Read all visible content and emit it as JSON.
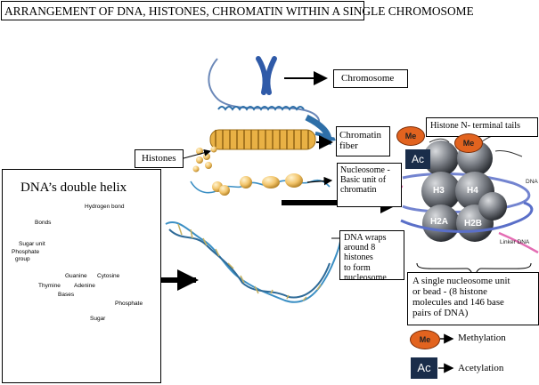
{
  "title": "ARRANGEMENT OF DNA, HISTONES, CHROMATIN WITHIN A SINGLE CHROMOSOME",
  "labels": {
    "chromosome": "Chromosome",
    "chromatin_line1": "Chromatin",
    "chromatin_line2": "fiber",
    "histones": "Histones",
    "histone_tails": "Histone N- terminal tails",
    "nucleosome_line1": "Nucleosome -",
    "nucleosome_line2": "Basic unit of",
    "nucleosome_line3": "chromatin",
    "wraps_line1": "DNA  wraps",
    "wraps_line2": "around 8 histones",
    "wraps_line3": "to form",
    "wraps_line4": "nucleosome",
    "unit_line1": "A  single nucleosome  unit",
    "unit_line2": "or bead - (8 histone",
    "unit_line3": "molecules and 146 base",
    "unit_line4": "pairs of DNA)"
  },
  "double_helix": {
    "title": "DNA’s double helix",
    "hydrogen_bond": "Hydrogen bond",
    "bonds": "Bonds",
    "sugar_unit": "Sugar unit",
    "phosphate_group_1": "Phosphate",
    "phosphate_group_2": "group",
    "guanine": "Guanine",
    "cytosine": "Cytosine",
    "thymine": "Thymine",
    "adenine": "Adenine",
    "bases": "Bases",
    "phosphate": "Phosphate",
    "sugar": "Sugar"
  },
  "nucleosome_model": {
    "h3": "H3",
    "h4": "H4",
    "h2a": "H2A",
    "h2b": "H2B",
    "dna": "DNA",
    "linker_dna": "Linker DNA",
    "me": "Me",
    "ac": "Ac"
  },
  "legend": {
    "me_symbol": "Me",
    "methylation": "Methylation",
    "ac_symbol": "Ac",
    "acetylation": "Acetylation"
  },
  "colors": {
    "chromosome": "#2f5aa8",
    "chromatin_coil": "#d99a25",
    "histone_bead": "#f2c46a",
    "dna_strand": "#3b8fc4",
    "histone_sphere": "#7b7f86",
    "methyl_orange": "#e2631f",
    "acetyl_navy": "#1a2d4a",
    "linker_pink": "#e46db3"
  }
}
